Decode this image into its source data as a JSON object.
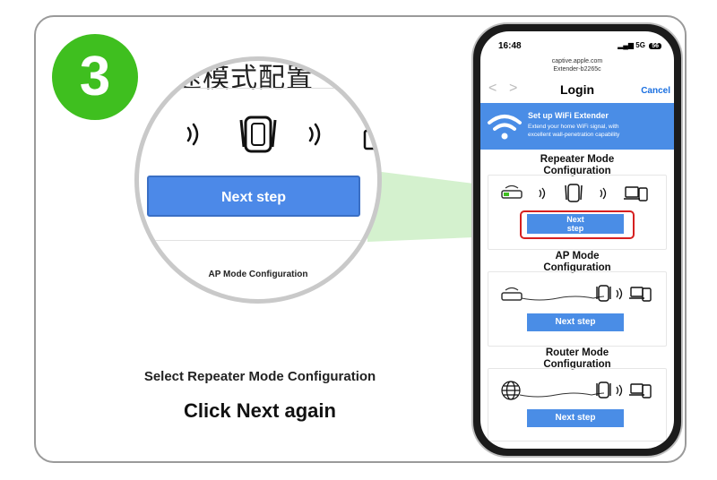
{
  "step_number": "3",
  "zoom": {
    "title_fragment": "速模式配置",
    "button_label": "Next step",
    "next_section": "AP Mode Configuration"
  },
  "caption": {
    "line1": "Select Repeater Mode Configuration",
    "line2": "Click Next again"
  },
  "phone": {
    "time": "16:48",
    "signal": "5G",
    "battery": "56",
    "url_line1": "captive.apple.com",
    "url_line2": "Extender-b2265c",
    "nav": {
      "back": "<",
      "forward": ">",
      "title": "Login",
      "cancel": "Cancel"
    },
    "header": {
      "title": "Set up WiFi Extender",
      "desc_line1": "Extend your home WiFi signal, with",
      "desc_line2": "excellent wall-penetration capability"
    },
    "sections": [
      {
        "title_line1": "Repeater Mode",
        "title_line2": "Configuration",
        "button_line1": "Next",
        "button_line2": "step"
      },
      {
        "title_line1": "AP Mode",
        "title_line2": "Configuration",
        "button": "Next step"
      },
      {
        "title_line1": "Router Mode",
        "title_line2": "Configuration",
        "button": "Next step"
      }
    ]
  },
  "colors": {
    "badge": "#3fbf1f",
    "button": "#4a8de6",
    "highlight": "#d62020",
    "beam": "#cdeec5"
  }
}
